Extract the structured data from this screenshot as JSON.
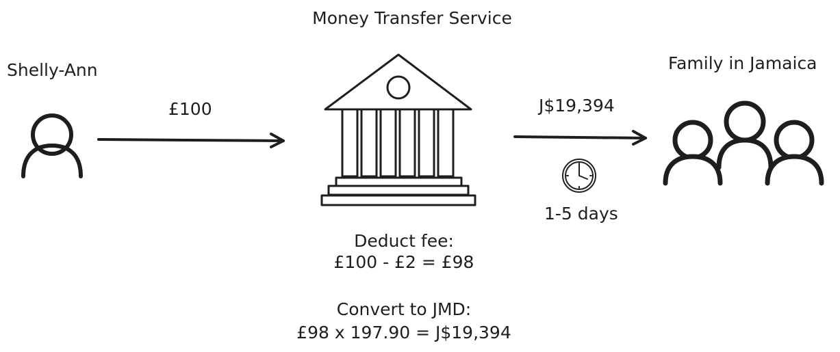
{
  "title": "Money Transfer Service",
  "sender": {
    "name": "Shelly-Ann",
    "amount": "£100"
  },
  "recipient": {
    "name": "Family in Jamaica",
    "amount": "J$19,394",
    "delivery_time": "1-5 days"
  },
  "steps": {
    "fee_label": "Deduct fee:",
    "fee_calc": "£100 - £2 = £98",
    "convert_label": "Convert to JMD:",
    "convert_calc": "£98 x 197.90 = J$19,394"
  },
  "icons": {
    "sender": "person-icon",
    "service": "bank-icon",
    "recipient": "group-icon",
    "time": "clock-icon"
  },
  "colors": {
    "stroke": "#1e1e1e",
    "clock_fill": "#ffffff"
  }
}
